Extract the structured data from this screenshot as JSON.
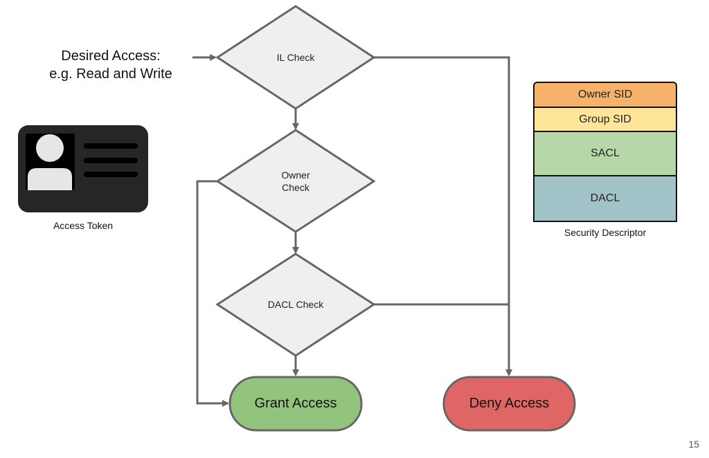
{
  "input": {
    "line1": "Desired Access:",
    "line2": "e.g. Read and Write"
  },
  "access_token": {
    "label": "Access Token",
    "icon": "id-card-icon"
  },
  "checks": [
    {
      "id": "il",
      "label": "IL Check"
    },
    {
      "id": "owner",
      "label_line1": "Owner",
      "label_line2": "Check"
    },
    {
      "id": "dacl",
      "label": "DACL Check"
    }
  ],
  "outcomes": {
    "grant": {
      "label": "Grant Access",
      "color": "#93c47d"
    },
    "deny": {
      "label": "Deny Access",
      "color": "#e06666"
    }
  },
  "security_descriptor": {
    "label": "Security Descriptor",
    "fields": [
      {
        "name": "Owner SID",
        "color": "#f6b26b"
      },
      {
        "name": "Group SID",
        "color": "#ffe599"
      },
      {
        "name": "SACL",
        "color": "#b6d7a8"
      },
      {
        "name": "DACL",
        "color": "#a2c4c9"
      }
    ]
  },
  "colors": {
    "diamond_fill": "#efefef",
    "stroke": "#666666"
  },
  "page_number": "15"
}
